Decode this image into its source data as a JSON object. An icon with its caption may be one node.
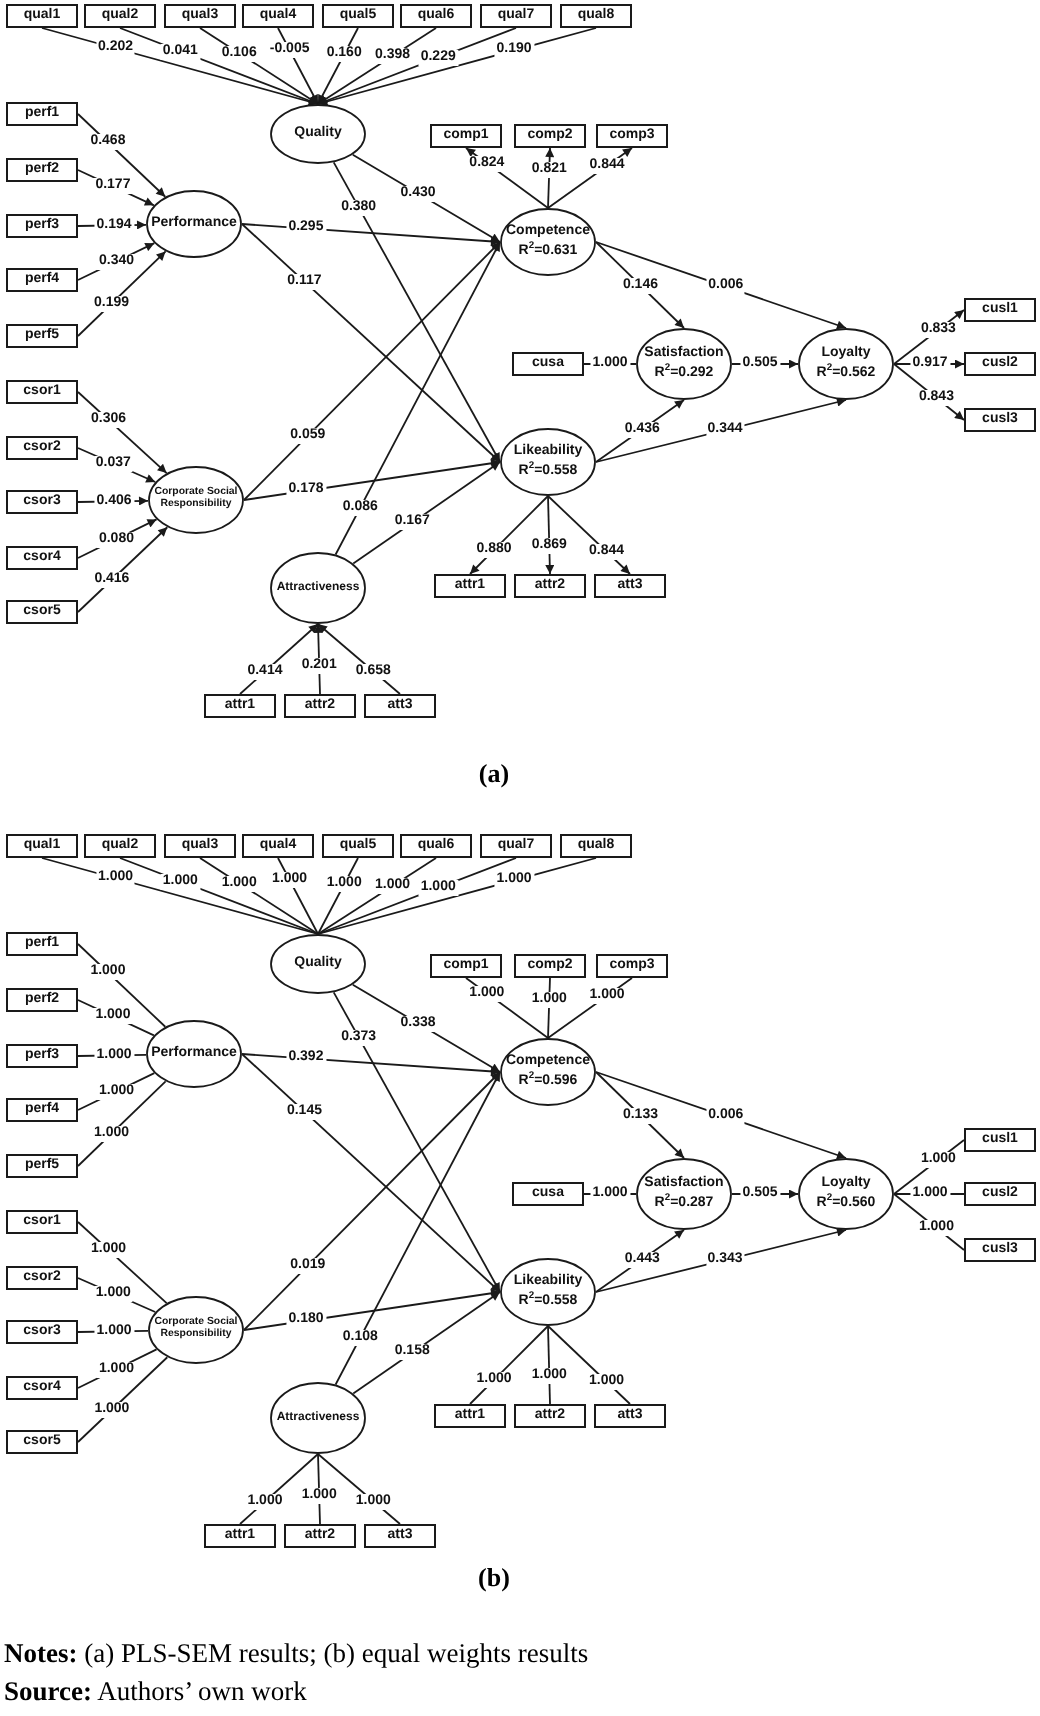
{
  "diagram": {
    "nodes": [
      {
        "text": [
          "qual1"
        ]
      },
      {
        "text": [
          "qual2"
        ]
      },
      {
        "text": [
          "qual3"
        ]
      },
      {
        "text": [
          "qual4"
        ]
      },
      {
        "text": [
          "qual5"
        ]
      },
      {
        "text": [
          "qual6"
        ]
      },
      {
        "text": [
          "qual7"
        ]
      },
      {
        "text": [
          "qual8"
        ]
      },
      {
        "text": [
          "Quality"
        ]
      },
      {
        "text": [
          "perf1"
        ]
      },
      {
        "text": [
          "perf2"
        ]
      },
      {
        "text": [
          "perf3"
        ]
      },
      {
        "text": [
          "perf4"
        ]
      },
      {
        "text": [
          "perf5"
        ]
      },
      {
        "text": [
          "Performance"
        ]
      },
      {
        "text": [
          "comp1"
        ]
      },
      {
        "text": [
          "comp2"
        ]
      },
      {
        "text": [
          "comp3"
        ]
      },
      {
        "text": [
          "Competence",
          "R$^{2}$=0.631"
        ]
      },
      {
        "text": [
          "cusa"
        ]
      },
      {
        "text": [
          "Satisfaction",
          "R$^{2}$=0.292"
        ]
      },
      {
        "text": [
          "Loyalty",
          "R$^{2}$=0.562"
        ]
      },
      {
        "text": [
          "cusl1"
        ]
      },
      {
        "text": [
          "cusl2"
        ]
      },
      {
        "text": [
          "cusl3"
        ]
      },
      {
        "text": [
          "csor1"
        ]
      },
      {
        "text": [
          "csor2"
        ]
      },
      {
        "text": [
          "csor3"
        ]
      },
      {
        "text": [
          "csor4"
        ]
      },
      {
        "text": [
          "csor5"
        ]
      },
      {
        "text": [
          "Corporate Social Responsibility"
        ]
      },
      {
        "text": [
          "Likeability",
          "R$^{2}$=0.558"
        ]
      },
      {
        "text": [
          "attr1"
        ]
      },
      {
        "text": [
          "attr2"
        ]
      },
      {
        "text": [
          "att3"
        ]
      },
      {
        "text": [
          "Attractiveness"
        ]
      },
      {
        "text": [
          "attr1"
        ]
      },
      {
        "text": [
          "attr2"
        ]
      },
      {
        "text": [
          "att3"
        ]
      },
      {
        "text": [
          "qual1"
        ]
      },
      {
        "text": [
          "qual2"
        ]
      },
      {
        "text": [
          "qual3"
        ]
      },
      {
        "text": [
          "qual4"
        ]
      },
      {
        "text": [
          "qual5"
        ]
      },
      {
        "text": [
          "qual6"
        ]
      },
      {
        "text": [
          "qual7"
        ]
      },
      {
        "text": [
          "qual8"
        ]
      },
      {
        "text": [
          "Quality"
        ]
      },
      {
        "text": [
          "perf1"
        ]
      },
      {
        "text": [
          "perf2"
        ]
      },
      {
        "text": [
          "perf3"
        ]
      },
      {
        "text": [
          "perf4"
        ]
      },
      {
        "text": [
          "perf5"
        ]
      },
      {
        "text": [
          "Performance"
        ]
      },
      {
        "text": [
          "comp1"
        ]
      },
      {
        "text": [
          "comp2"
        ]
      },
      {
        "text": [
          "comp3"
        ]
      },
      {
        "text": [
          "Competence",
          "R$^{2}$=0.596"
        ]
      },
      {
        "text": [
          "cusa"
        ]
      },
      {
        "text": [
          "Satisfaction",
          "R$^{2}$=0.287"
        ]
      },
      {
        "text": [
          "Loyalty",
          "R$^{2}$=0.560"
        ]
      },
      {
        "text": [
          "cusl1"
        ]
      },
      {
        "text": [
          "cusl2"
        ]
      },
      {
        "text": [
          "cusl3"
        ]
      },
      {
        "text": [
          "csor1"
        ]
      },
      {
        "text": [
          "csor2"
        ]
      },
      {
        "text": [
          "csor3"
        ]
      },
      {
        "text": [
          "csor4"
        ]
      },
      {
        "text": [
          "csor5"
        ]
      },
      {
        "text": [
          "Corporate Social Responsibility"
        ]
      },
      {
        "text": [
          "Likeability",
          "R$^{2}$=0.558"
        ]
      },
      {
        "text": [
          "attr1"
        ]
      },
      {
        "text": [
          "attr2"
        ]
      },
      {
        "text": [
          "att3"
        ]
      },
      {
        "text": [
          "Attractiveness"
        ]
      },
      {
        "text": [
          "attr1"
        ]
      },
      {
        "text": [
          "attr2"
        ]
      },
      {
        "text": [
          "att3"
        ]
      }
    ],
    "edges": [
      {
        "from": 0,
        "to": 8,
        "arrow": "to",
        "label": "0.202"
      },
      {
        "from": 1,
        "to": 8,
        "arrow": "to",
        "label": "0.041"
      },
      {
        "from": 2,
        "to": 8,
        "arrow": "to",
        "label": "0.106"
      },
      {
        "from": 3,
        "to": 8,
        "arrow": "to",
        "label": "-0.005"
      },
      {
        "from": 4,
        "to": 8,
        "arrow": "to",
        "label": "0.160"
      },
      {
        "from": 5,
        "to": 8,
        "arrow": "to",
        "label": "0.398"
      },
      {
        "from": 6,
        "to": 8,
        "arrow": "to",
        "label": "0.229"
      },
      {
        "from": 7,
        "to": 8,
        "arrow": "to",
        "label": "0.190"
      },
      {
        "from": 9,
        "to": 14,
        "arrow": "to",
        "label": "0.468"
      },
      {
        "from": 10,
        "to": 14,
        "arrow": "to",
        "label": "0.177"
      },
      {
        "from": 11,
        "to": 14,
        "arrow": "to",
        "label": "0.194"
      },
      {
        "from": 12,
        "to": 14,
        "arrow": "to",
        "label": "0.340"
      },
      {
        "from": 13,
        "to": 14,
        "arrow": "to",
        "label": "0.199"
      },
      {
        "from": 18,
        "to": 15,
        "arrow": "to",
        "label": "0.824"
      },
      {
        "from": 18,
        "to": 16,
        "arrow": "to",
        "label": "0.821"
      },
      {
        "from": 18,
        "to": 17,
        "arrow": "to",
        "label": "0.844"
      },
      {
        "from": 20,
        "to": 19,
        "arrow": "none",
        "label": "1.000"
      },
      {
        "from": 21,
        "to": 22,
        "arrow": "to",
        "label": "0.833"
      },
      {
        "from": 21,
        "to": 23,
        "arrow": "to",
        "label": "0.917"
      },
      {
        "from": 21,
        "to": 24,
        "arrow": "to",
        "label": "0.843"
      },
      {
        "from": 25,
        "to": 30,
        "arrow": "to",
        "label": "0.306"
      },
      {
        "from": 26,
        "to": 30,
        "arrow": "to",
        "label": "0.037"
      },
      {
        "from": 27,
        "to": 30,
        "arrow": "to",
        "label": "0.406"
      },
      {
        "from": 28,
        "to": 30,
        "arrow": "to",
        "label": "0.080"
      },
      {
        "from": 29,
        "to": 30,
        "arrow": "to",
        "label": "0.416"
      },
      {
        "from": 31,
        "to": 32,
        "arrow": "to",
        "label": "0.880"
      },
      {
        "from": 31,
        "to": 33,
        "arrow": "to",
        "label": "0.869"
      },
      {
        "from": 31,
        "to": 34,
        "arrow": "to",
        "label": "0.844"
      },
      {
        "from": 36,
        "to": 35,
        "arrow": "to",
        "label": "0.414"
      },
      {
        "from": 37,
        "to": 35,
        "arrow": "to",
        "label": "0.201"
      },
      {
        "from": 38,
        "to": 35,
        "arrow": "to",
        "label": "0.658"
      },
      {
        "from": 8,
        "to": 18,
        "arrow": "to",
        "label": "0.430"
      },
      {
        "from": 8,
        "to": 31,
        "arrow": "to",
        "label": "0.380"
      },
      {
        "from": 14,
        "to": 18,
        "arrow": "to",
        "label": "0.295"
      },
      {
        "from": 14,
        "to": 31,
        "arrow": "to",
        "label": "0.117"
      },
      {
        "from": 30,
        "to": 18,
        "arrow": "to",
        "label": "0.059"
      },
      {
        "from": 30,
        "to": 31,
        "arrow": "to",
        "label": "0.178"
      },
      {
        "from": 35,
        "to": 18,
        "arrow": "to",
        "label": "0.086"
      },
      {
        "from": 35,
        "to": 31,
        "arrow": "to",
        "label": "0.167"
      },
      {
        "from": 18,
        "to": 20,
        "arrow": "to",
        "label": "0.146"
      },
      {
        "from": 18,
        "to": 21,
        "arrow": "to",
        "label": "0.006"
      },
      {
        "from": 20,
        "to": 21,
        "arrow": "to",
        "label": "0.505"
      },
      {
        "from": 31,
        "to": 20,
        "arrow": "to",
        "label": "0.436"
      },
      {
        "from": 31,
        "to": 21,
        "arrow": "to",
        "label": "0.344"
      },
      {
        "from": 39,
        "to": 47,
        "arrow": "none",
        "label": "1.000"
      },
      {
        "from": 40,
        "to": 47,
        "arrow": "none",
        "label": "1.000"
      },
      {
        "from": 41,
        "to": 47,
        "arrow": "none",
        "label": "1.000"
      },
      {
        "from": 42,
        "to": 47,
        "arrow": "none",
        "label": "1.000"
      },
      {
        "from": 43,
        "to": 47,
        "arrow": "none",
        "label": "1.000"
      },
      {
        "from": 44,
        "to": 47,
        "arrow": "none",
        "label": "1.000"
      },
      {
        "from": 45,
        "to": 47,
        "arrow": "none",
        "label": "1.000"
      },
      {
        "from": 46,
        "to": 47,
        "arrow": "none",
        "label": "1.000"
      },
      {
        "from": 48,
        "to": 53,
        "arrow": "none",
        "label": "1.000"
      },
      {
        "from": 49,
        "to": 53,
        "arrow": "none",
        "label": "1.000"
      },
      {
        "from": 50,
        "to": 53,
        "arrow": "none",
        "label": "1.000"
      },
      {
        "from": 51,
        "to": 53,
        "arrow": "none",
        "label": "1.000"
      },
      {
        "from": 52,
        "to": 53,
        "arrow": "none",
        "label": "1.000"
      },
      {
        "from": 57,
        "to": 54,
        "arrow": "none",
        "label": "1.000"
      },
      {
        "from": 57,
        "to": 55,
        "arrow": "none",
        "label": "1.000"
      },
      {
        "from": 57,
        "to": 56,
        "arrow": "none",
        "label": "1.000"
      },
      {
        "from": 59,
        "to": 58,
        "arrow": "none",
        "label": "1.000"
      },
      {
        "from": 60,
        "to": 61,
        "arrow": "none",
        "label": "1.000"
      },
      {
        "from": 60,
        "to": 62,
        "arrow": "none",
        "label": "1.000"
      },
      {
        "from": 60,
        "to": 63,
        "arrow": "none",
        "label": "1.000"
      },
      {
        "from": 64,
        "to": 69,
        "arrow": "none",
        "label": "1.000"
      },
      {
        "from": 65,
        "to": 69,
        "arrow": "none",
        "label": "1.000"
      },
      {
        "from": 66,
        "to": 69,
        "arrow": "none",
        "label": "1.000"
      },
      {
        "from": 67,
        "to": 69,
        "arrow": "none",
        "label": "1.000"
      },
      {
        "from": 68,
        "to": 69,
        "arrow": "none",
        "label": "1.000"
      },
      {
        "from": 70,
        "to": 71,
        "arrow": "none",
        "label": "1.000"
      },
      {
        "from": 70,
        "to": 72,
        "arrow": "none",
        "label": "1.000"
      },
      {
        "from": 70,
        "to": 73,
        "arrow": "none",
        "label": "1.000"
      },
      {
        "from": 75,
        "to": 74,
        "arrow": "none",
        "label": "1.000"
      },
      {
        "from": 76,
        "to": 74,
        "arrow": "none",
        "label": "1.000"
      },
      {
        "from": 77,
        "to": 74,
        "arrow": "none",
        "label": "1.000"
      },
      {
        "from": 47,
        "to": 57,
        "arrow": "to",
        "label": "0.338"
      },
      {
        "from": 47,
        "to": 70,
        "arrow": "to",
        "label": "0.373"
      },
      {
        "from": 53,
        "to": 57,
        "arrow": "to",
        "label": "0.392"
      },
      {
        "from": 53,
        "to": 70,
        "arrow": "to",
        "label": "0.145"
      },
      {
        "from": 69,
        "to": 57,
        "arrow": "to",
        "label": "0.019"
      },
      {
        "from": 69,
        "to": 70,
        "arrow": "to",
        "label": "0.180"
      },
      {
        "from": 74,
        "to": 57,
        "arrow": "to",
        "label": "0.108"
      },
      {
        "from": 74,
        "to": 70,
        "arrow": "to",
        "label": "0.158"
      },
      {
        "from": 57,
        "to": 59,
        "arrow": "to",
        "label": "0.133"
      },
      {
        "from": 57,
        "to": 60,
        "arrow": "to",
        "label": "0.006"
      },
      {
        "from": 59,
        "to": 60,
        "arrow": "to",
        "label": "0.505"
      },
      {
        "from": 70,
        "to": 59,
        "arrow": "to",
        "label": "0.443"
      },
      {
        "from": 70,
        "to": 60,
        "arrow": "to",
        "label": "0.343"
      }
    ],
    "labels": [
      "(a)",
      "(b)",
      "**Notes:** (a) PLS-SEM results; (b) equal weights results",
      "**Source:** Authors’ own work"
    ]
  }
}
